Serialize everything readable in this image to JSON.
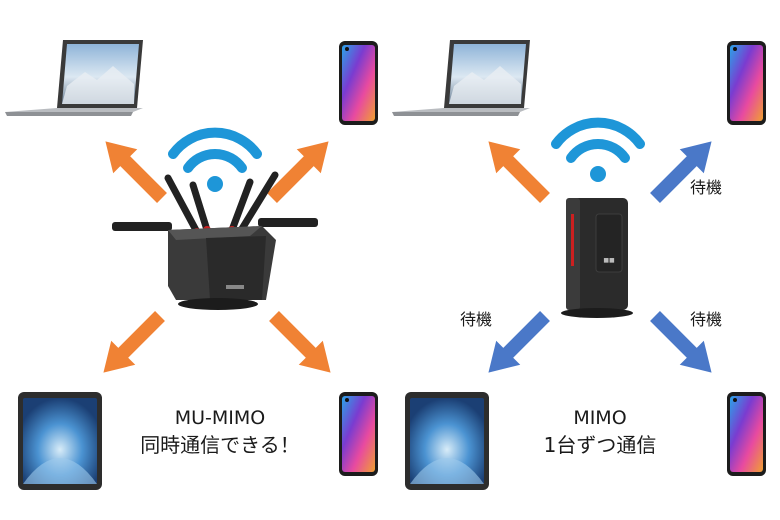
{
  "left_panel": {
    "caption_line1": "MU-MIMO",
    "caption_line2": "同時通信できる！",
    "arrow_color": "#f08234",
    "devices": [
      "laptop-icon",
      "smartphone-icon",
      "tablet-icon",
      "smartphone-icon"
    ],
    "router": "router-with-four-antennas-icon"
  },
  "right_panel": {
    "caption_line1": "MIMO",
    "caption_line2": "1台ずつ通信",
    "active_arrow_color": "#f08234",
    "waiting_arrow_color": "#4a78c8",
    "waiting_label_top_right": "待機",
    "waiting_label_bottom_left": "待機",
    "waiting_label_bottom_right": "待機",
    "devices": [
      "laptop-icon",
      "smartphone-icon",
      "tablet-icon",
      "smartphone-icon"
    ],
    "router": "tower-router-icon"
  },
  "colors": {
    "wifi": "#1e96d8",
    "router_body": "#2e2e2e",
    "router_accent": "#cc2020"
  }
}
